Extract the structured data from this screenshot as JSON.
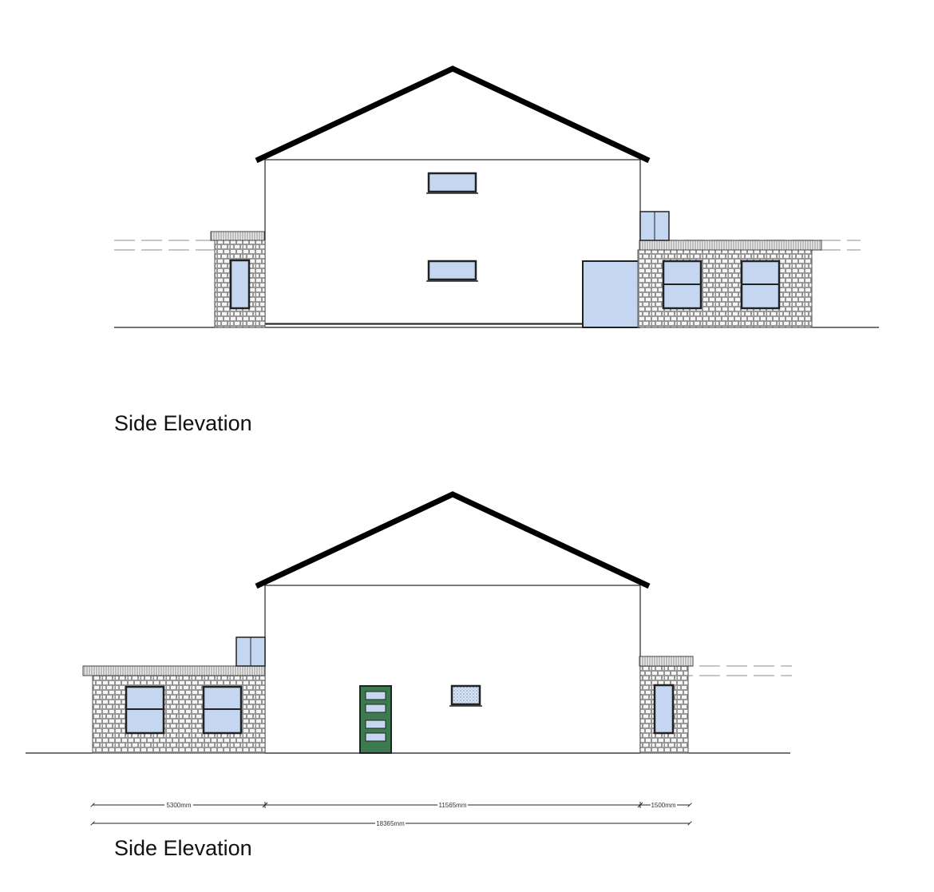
{
  "elevations": [
    {
      "caption": "Side Elevation"
    },
    {
      "caption": "Side Elevation"
    }
  ],
  "dimensions": {
    "d1": "5300mm",
    "d2": "11565mm",
    "d3": "1500mm",
    "total": "18365mm"
  },
  "colors": {
    "glass": "#c5d7f0",
    "door": "#3e7a4f",
    "stone": "#c9c9c9",
    "roof": "#000000",
    "datum_line": "#b3b3b3"
  }
}
